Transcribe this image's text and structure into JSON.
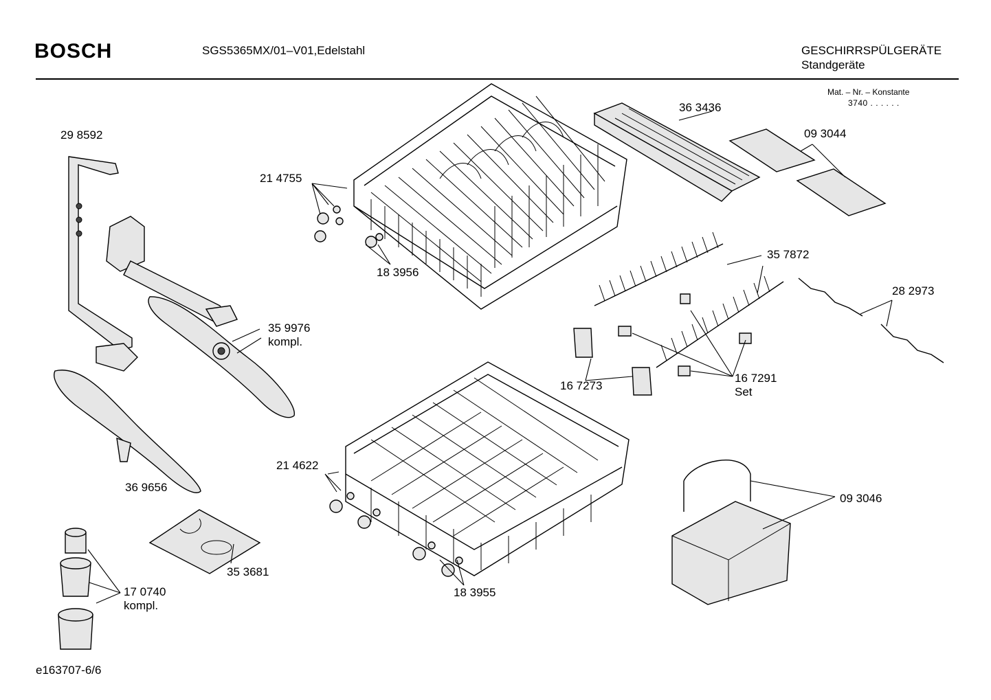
{
  "header": {
    "brand": "BOSCH",
    "model": "SGS5365MX/01–V01,Edelstahl",
    "category": "GESCHIRRSPÜLGERÄTE",
    "subcategory": "Standgeräte"
  },
  "mat_nr": {
    "label": "Mat. – Nr. – Konstante",
    "value": "3740  .  .    .  .  .  ."
  },
  "parts": {
    "p298592": {
      "number": "29 8592"
    },
    "p214755": {
      "number": "21 4755"
    },
    "p183956": {
      "number": "18 3956"
    },
    "p363436": {
      "number": "36 3436"
    },
    "p093044": {
      "number": "09 3044"
    },
    "p357872": {
      "number": "35 7872"
    },
    "p282973": {
      "number": "28 2973"
    },
    "p359976": {
      "number": "35 9976",
      "note": "kompl."
    },
    "p167273": {
      "number": "16 7273"
    },
    "p167291": {
      "number": "16 7291",
      "note": "Set"
    },
    "p369656": {
      "number": "36 9656"
    },
    "p214622": {
      "number": "21 4622"
    },
    "p093046": {
      "number": "09 3046"
    },
    "p353681": {
      "number": "35 3681"
    },
    "p170740": {
      "number": "17 0740",
      "note": "kompl."
    },
    "p183955": {
      "number": "18 3955"
    }
  },
  "footer": {
    "doc_id": "e163707-6/6"
  }
}
